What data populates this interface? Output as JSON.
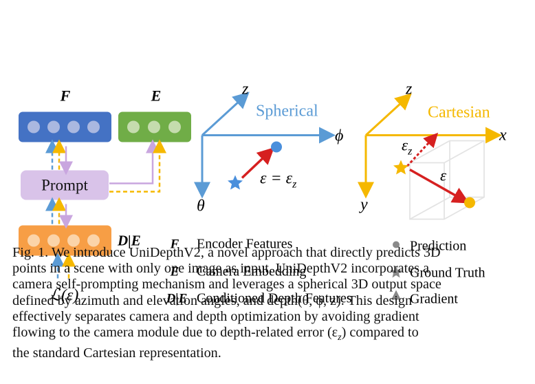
{
  "figure": {
    "labels": {
      "F": "F",
      "E": "E",
      "prompt": "Prompt",
      "DE": "D|E",
      "loss": "ℒ(ε)"
    },
    "spherical": {
      "title": "Spherical",
      "axis_z": "z",
      "axis_phi": "ϕ",
      "axis_theta": "θ",
      "equation": "ε = ε",
      "equation_sub": "z"
    },
    "cartesian": {
      "title": "Cartesian",
      "axis_z": "z",
      "axis_x": "x",
      "axis_y": "y",
      "eps_z": "ε",
      "eps_z_sub": "z",
      "eps": "ε"
    },
    "legend_left": [
      {
        "symbol": "F",
        "text": "Encoder Features"
      },
      {
        "symbol": "E",
        "text": "Camera Embedding"
      },
      {
        "symbol": "D|E",
        "text": "Conditioned Depth Features"
      }
    ],
    "legend_right": [
      {
        "symbol": "circle",
        "text": "Prediction"
      },
      {
        "symbol": "star",
        "text": "Ground Truth"
      },
      {
        "symbol": "arrow",
        "text": "Gradient"
      }
    ],
    "colors": {
      "encoder_blue": "#4472c4",
      "camera_green": "#70ad47",
      "prompt_purple": "#d9c3e9",
      "depth_orange": "#f79e45",
      "spherical_blue": "#5b9bd5",
      "cartesian_yellow": "#f5b800",
      "arrow_red": "#d62020"
    }
  },
  "caption": {
    "lines": [
      "Fig. 1.   We introduce UniDepthV2, a novel approach that directly predicts 3D",
      "points in a scene with only one image as input. UniDepthV2 incorporates a",
      "camera self-prompting mechanism and leverages a spherical 3D output space",
      "defined by azimuth and elevation angles, and depth(θ, ϕ, z). This design",
      "effectively separates camera and depth optimization by avoiding gradient",
      "flowing to the camera module due to depth-related error (ε",
      "the standard Cartesian representation."
    ],
    "line6_sub": "z",
    "line6_tail": ") compared to"
  }
}
